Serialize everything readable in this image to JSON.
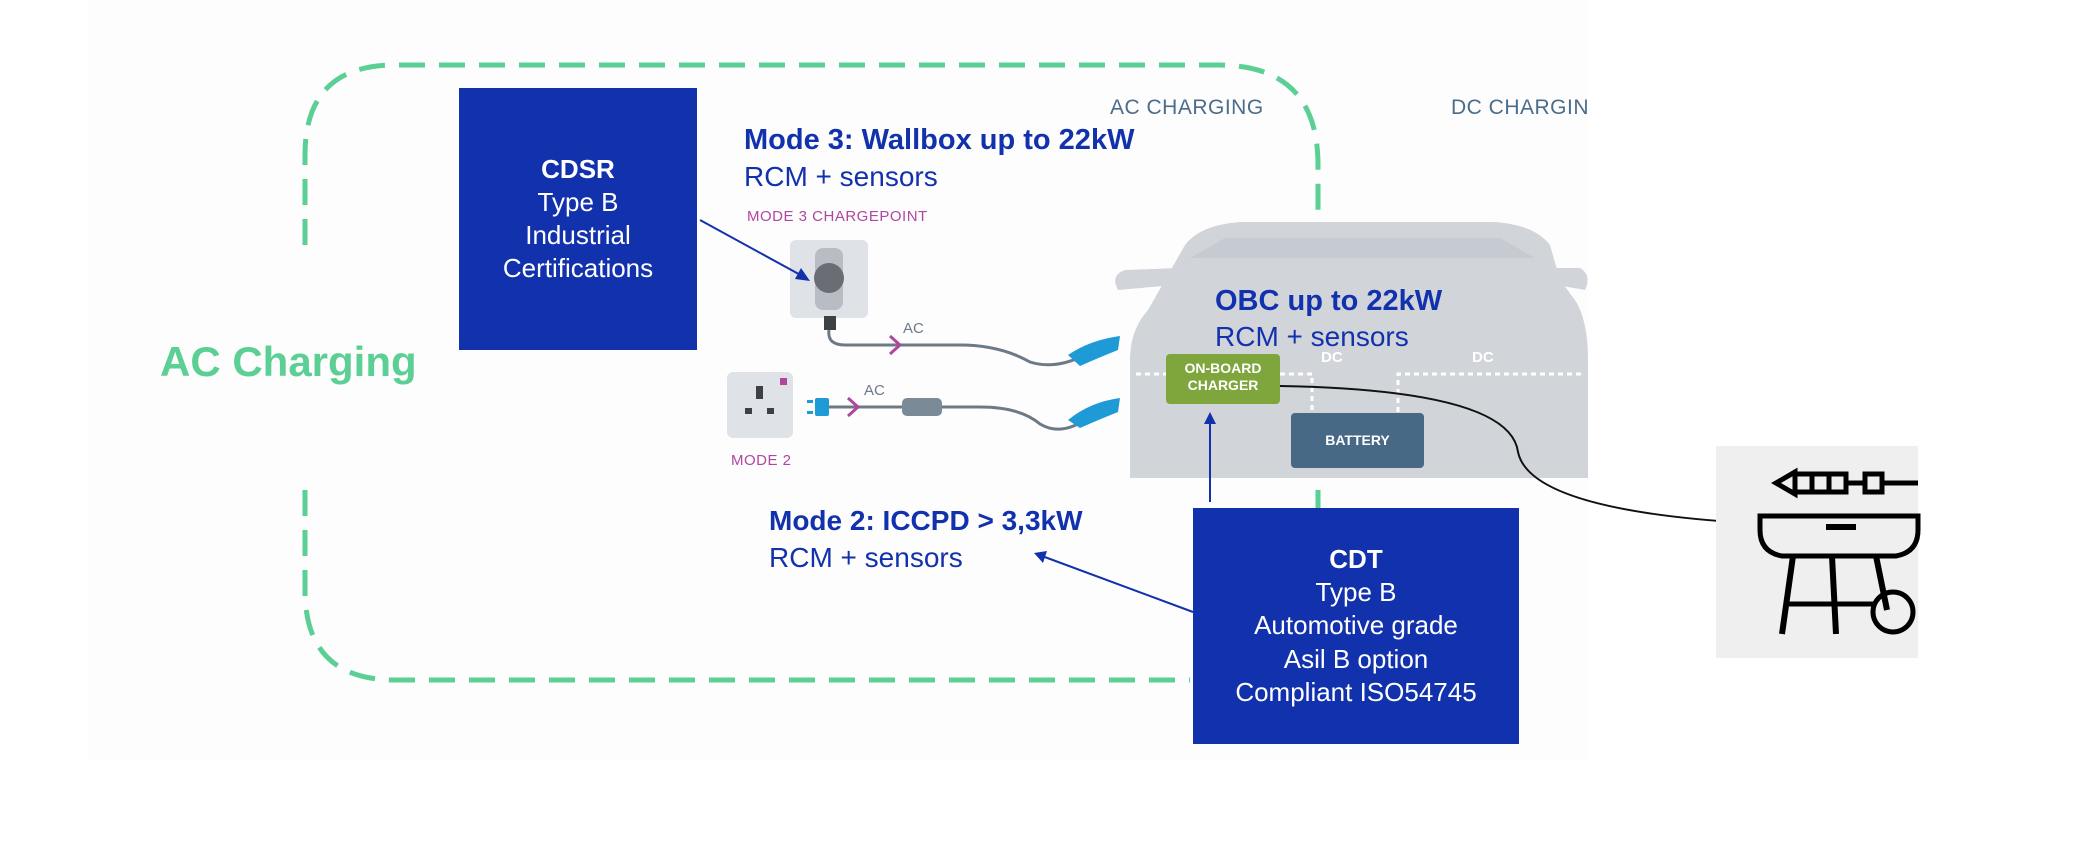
{
  "section_label": "AC Charging",
  "headers": {
    "ac": "AC CHARGING",
    "dc": "DC CHARGIN"
  },
  "cdsr": {
    "title": "CDSR",
    "lines": [
      "Type B",
      "Industrial",
      "Certifications"
    ]
  },
  "cdt": {
    "title": "CDT",
    "lines": [
      "Type B",
      "Automotive grade",
      "Asil B option",
      "Compliant ISO54745"
    ]
  },
  "mode3": {
    "title": "Mode 3: Wallbox up to 22kW",
    "subtitle": "RCM + sensors",
    "chargepoint_label": "MODE 3 CHARGEPOINT"
  },
  "mode2": {
    "title": "Mode 2: ICCPD > 3,3kW",
    "subtitle": "RCM + sensors",
    "label": "MODE 2"
  },
  "obc": {
    "title": "OBC up to 22kW",
    "subtitle": "RCM + sensors"
  },
  "car": {
    "onboard_charger": [
      "ON-BOARD",
      "CHARGER"
    ],
    "battery": "BATTERY",
    "dc_label_1": "DC",
    "dc_label_2": "DC"
  },
  "cables": {
    "ac_label_1": "AC",
    "ac_label_2": "AC"
  },
  "colors": {
    "box_blue": "#1232ad",
    "dashed_green": "#5ccf94",
    "mode_pink": "#b0479f",
    "car_gray": "#d1d5da",
    "charger_green": "#7ea63c",
    "battery_blue": "#476985"
  },
  "icons": {
    "wallbox": "wallbox-icon",
    "socket": "wall-socket-icon",
    "grill": "barbecue-grill-icon"
  }
}
